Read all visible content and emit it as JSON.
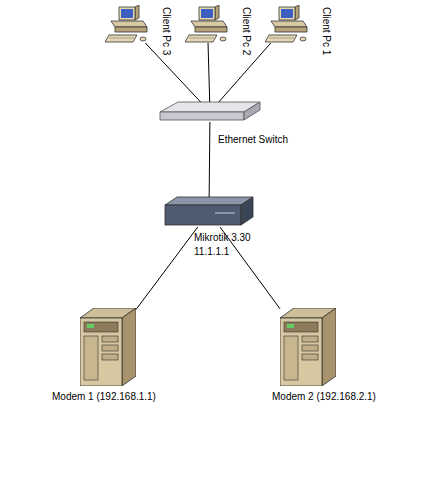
{
  "diagram": {
    "nodes": [
      {
        "text": [
          "Client Pc 3"
        ]
      },
      {
        "text": [
          "Client Pc 2"
        ]
      },
      {
        "text": [
          "Client Pc 1"
        ]
      },
      {
        "text": [
          "Ethernet Switch"
        ]
      },
      {
        "text": [
          "Mikrotik 3.30",
          "11.1.1.1"
        ]
      },
      {
        "text": [
          "Modem 1 (192.168.1.1)"
        ]
      },
      {
        "text": [
          "Modem 2 (192.168.2.1)"
        ]
      }
    ],
    "edges": [
      {
        "from": 0,
        "to": 3,
        "arrow": "none"
      },
      {
        "from": 1,
        "to": 3,
        "arrow": "none"
      },
      {
        "from": 2,
        "to": 3,
        "arrow": "none"
      },
      {
        "from": 3,
        "to": 4,
        "arrow": "none"
      },
      {
        "from": 4,
        "to": 5,
        "arrow": "none"
      },
      {
        "from": 4,
        "to": 6,
        "arrow": "none"
      }
    ]
  }
}
